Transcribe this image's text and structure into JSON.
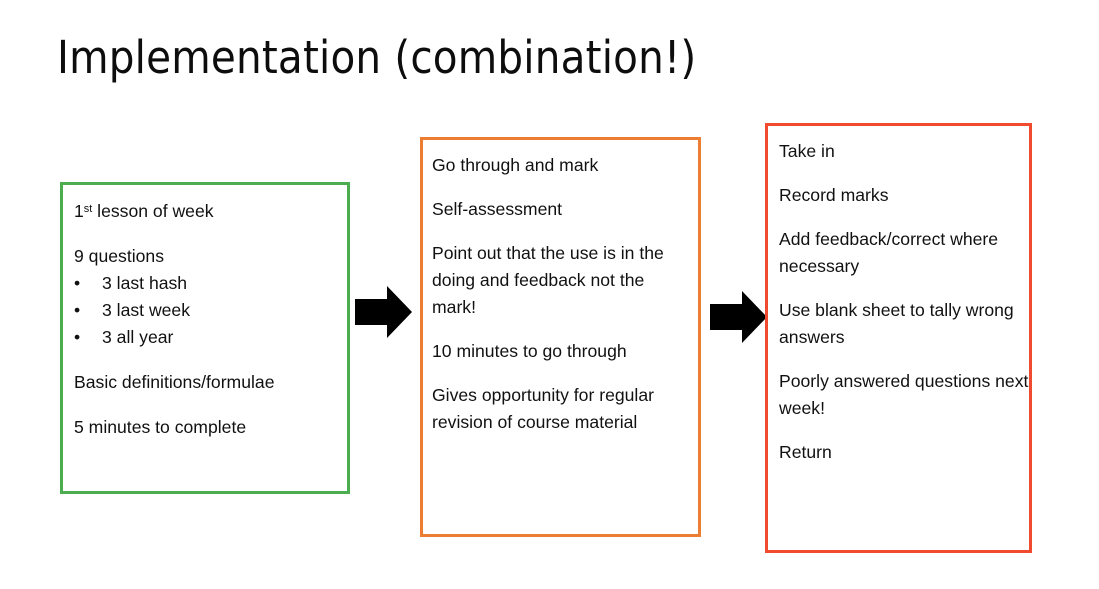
{
  "slide": {
    "title": "Implementation (combination!)",
    "background_color": "#ffffff",
    "text_color": "#000000"
  },
  "flow": {
    "boxes": [
      {
        "id": "green",
        "name": "stage-1-box",
        "border_color": "#4BAD4E",
        "fill_color": "#ffffff",
        "lines": [
          {
            "type": "text",
            "text_prefix": "1",
            "text_sup": "st",
            "text_suffix": " lesson of week"
          },
          {
            "type": "spacer"
          },
          {
            "type": "text",
            "text": "9 questions"
          },
          {
            "type": "bullet",
            "bullet": "•",
            "text": "3 last hash"
          },
          {
            "type": "bullet",
            "bullet": "•",
            "text": "3 last week"
          },
          {
            "type": "bullet",
            "bullet": "•",
            "text": "3 all year"
          },
          {
            "type": "spacer"
          },
          {
            "type": "text",
            "text": "Basic definitions/formulae"
          },
          {
            "type": "spacer"
          },
          {
            "type": "text",
            "text": "5 minutes to complete"
          }
        ]
      },
      {
        "id": "orange",
        "name": "stage-2-box",
        "border_color": "#ED7D31",
        "fill_color": "#ffffff",
        "lines": [
          {
            "type": "text",
            "text": "Go through and mark"
          },
          {
            "type": "spacer"
          },
          {
            "type": "text",
            "text": "Self-assessment"
          },
          {
            "type": "spacer"
          },
          {
            "type": "text",
            "text": "Point out that the use is in the doing and feedback not the mark!"
          },
          {
            "type": "spacer"
          },
          {
            "type": "text",
            "text": "10 minutes to go through"
          },
          {
            "type": "spacer"
          },
          {
            "type": "text",
            "text": "Gives opportunity for regular revision of course material"
          }
        ]
      },
      {
        "id": "red",
        "name": "stage-3-box",
        "border_color": "#F04A2F",
        "fill_color": "#ffffff",
        "lines": [
          {
            "type": "text",
            "text": "Take in"
          },
          {
            "type": "spacer"
          },
          {
            "type": "text",
            "text": "Record marks"
          },
          {
            "type": "spacer"
          },
          {
            "type": "text",
            "text": "Add feedback/correct where necessary"
          },
          {
            "type": "spacer"
          },
          {
            "type": "text",
            "text": "Use blank sheet to tally wrong answers"
          },
          {
            "type": "spacer"
          },
          {
            "type": "text",
            "text": "Poorly answered questions next week!"
          },
          {
            "type": "spacer"
          },
          {
            "type": "text",
            "text": "Return"
          }
        ]
      }
    ],
    "arrows": [
      {
        "id": "arrow-1",
        "name": "flow-arrow-right",
        "direction": "right",
        "color": "#000000"
      },
      {
        "id": "arrow-2",
        "name": "flow-arrow-right",
        "direction": "right",
        "color": "#000000"
      }
    ]
  }
}
